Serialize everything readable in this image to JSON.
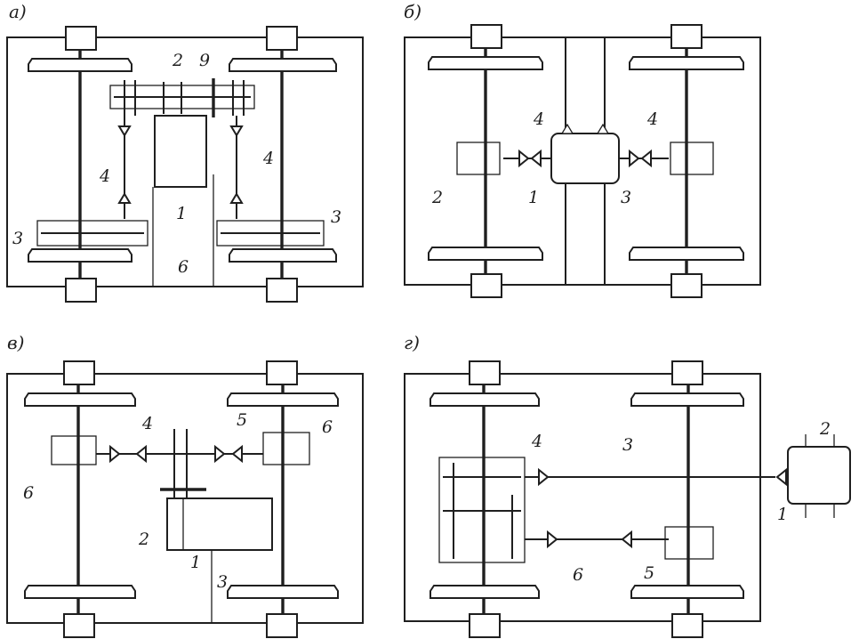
{
  "panels": {
    "a": {
      "label": "a)",
      "callouts": [
        "2",
        "9",
        "4",
        "4",
        "1",
        "3",
        "3",
        "6"
      ]
    },
    "b": {
      "label": "б)",
      "callouts": [
        "4",
        "4",
        "2",
        "1",
        "3"
      ]
    },
    "v": {
      "label": "в)",
      "callouts": [
        "4",
        "5",
        "6",
        "6",
        "2",
        "1",
        "3"
      ]
    },
    "g": {
      "label": "г)",
      "callouts": [
        "4",
        "3",
        "2",
        "1",
        "6",
        "5"
      ]
    }
  }
}
